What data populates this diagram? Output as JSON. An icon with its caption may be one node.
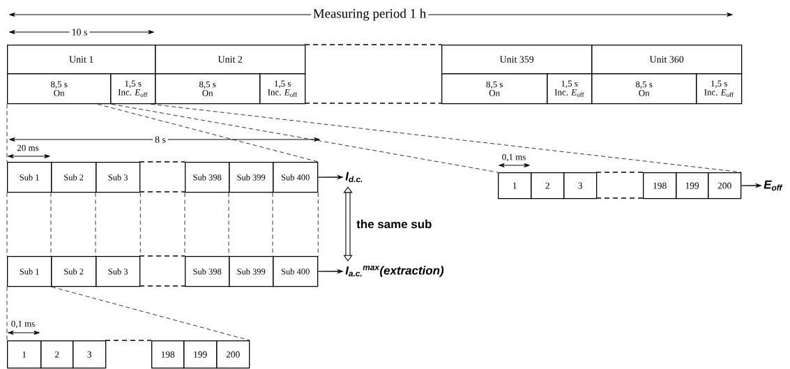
{
  "diagram": {
    "nodes": [
      {
        "text": [
          "Unit 1"
        ]
      },
      {
        "text": [
          "8,5 s",
          "On"
        ]
      },
      {
        "text": [
          "1,5 s",
          "Inc. *E*$_{off}$"
        ]
      },
      {
        "text": [
          "Unit 2"
        ]
      },
      {
        "text": [
          "8,5 s",
          "On"
        ]
      },
      {
        "text": [
          "1,5 s",
          "Inc. *E*$_{off}$"
        ]
      },
      {
        "text": [
          "Unit 359"
        ]
      },
      {
        "text": [
          "8,5 s",
          "On"
        ]
      },
      {
        "text": [
          "1,5 s",
          "Inc. *E*$_{off}$"
        ]
      },
      {
        "text": [
          "Unit 360"
        ]
      },
      {
        "text": [
          "8,5 s",
          "On"
        ]
      },
      {
        "text": [
          "1,5 s",
          "Inc. *E*$_{off}$"
        ]
      },
      {
        "text": [
          "Sub 1"
        ]
      },
      {
        "text": [
          "Sub 2"
        ]
      },
      {
        "text": [
          "Sub 3"
        ]
      },
      {
        "text": [
          "Sub 398"
        ]
      },
      {
        "text": [
          "Sub 399"
        ]
      },
      {
        "text": [
          "Sub 400"
        ]
      },
      {
        "text": [
          "I$_{d.c.}$"
        ]
      },
      {
        "text": [
          "Sub 1"
        ]
      },
      {
        "text": [
          "Sub 2"
        ]
      },
      {
        "text": [
          "Sub 3"
        ]
      },
      {
        "text": [
          "Sub 398"
        ]
      },
      {
        "text": [
          "Sub 399"
        ]
      },
      {
        "text": [
          "Sub 400"
        ]
      },
      {
        "text": [
          "I$_{a.c.}$$^{max}$(extraction)"
        ]
      },
      {
        "text": [
          "1"
        ]
      },
      {
        "text": [
          "2"
        ]
      },
      {
        "text": [
          "3"
        ]
      },
      {
        "text": [
          "198"
        ]
      },
      {
        "text": [
          "199"
        ]
      },
      {
        "text": [
          "200"
        ]
      },
      {
        "text": [
          "E$_{off}$"
        ]
      },
      {
        "text": [
          "1"
        ]
      },
      {
        "text": [
          "2"
        ]
      },
      {
        "text": [
          "3"
        ]
      },
      {
        "text": [
          "198"
        ]
      },
      {
        "text": [
          "199"
        ]
      },
      {
        "text": [
          "200"
        ]
      }
    ],
    "edges": [
      {
        "from": 17,
        "to": 18,
        "arrow": "to"
      },
      {
        "from": 24,
        "to": 25,
        "arrow": "to"
      },
      {
        "from": 31,
        "to": 32,
        "arrow": "to"
      },
      {
        "from": 18,
        "to": 25,
        "arrow": "both",
        "label": "the same sub",
        "style": "thick"
      },
      {
        "from": 1,
        "to": 12,
        "arrow": "none",
        "style": "dashed"
      },
      {
        "from": 1,
        "to": 17,
        "arrow": "none",
        "style": "dashed"
      },
      {
        "from": 2,
        "to": 26,
        "arrow": "none",
        "style": "dashed"
      },
      {
        "from": 2,
        "to": 31,
        "arrow": "none",
        "style": "dashed"
      },
      {
        "from": 12,
        "to": 19,
        "arrow": "none",
        "style": "dashed"
      },
      {
        "from": 13,
        "to": 20,
        "arrow": "none",
        "style": "dashed"
      },
      {
        "from": 14,
        "to": 21,
        "arrow": "none",
        "style": "dashed"
      },
      {
        "from": 14,
        "to": 21,
        "arrow": "none",
        "style": "dashed"
      },
      {
        "from": 15,
        "to": 22,
        "arrow": "none",
        "style": "dashed"
      },
      {
        "from": 16,
        "to": 23,
        "arrow": "none",
        "style": "dashed"
      },
      {
        "from": 17,
        "to": 24,
        "arrow": "none",
        "style": "dashed"
      },
      {
        "from": 17,
        "to": 24,
        "arrow": "none",
        "style": "dashed"
      },
      {
        "from": 19,
        "to": 33,
        "arrow": "none",
        "style": "dashed"
      },
      {
        "from": 19,
        "to": 38,
        "arrow": "none",
        "style": "dashed"
      }
    ],
    "labels": [
      "Measuring period 1 h",
      "10 s",
      "8 s",
      "20 ms",
      "0,1 ms",
      "0,1 ms"
    ]
  }
}
